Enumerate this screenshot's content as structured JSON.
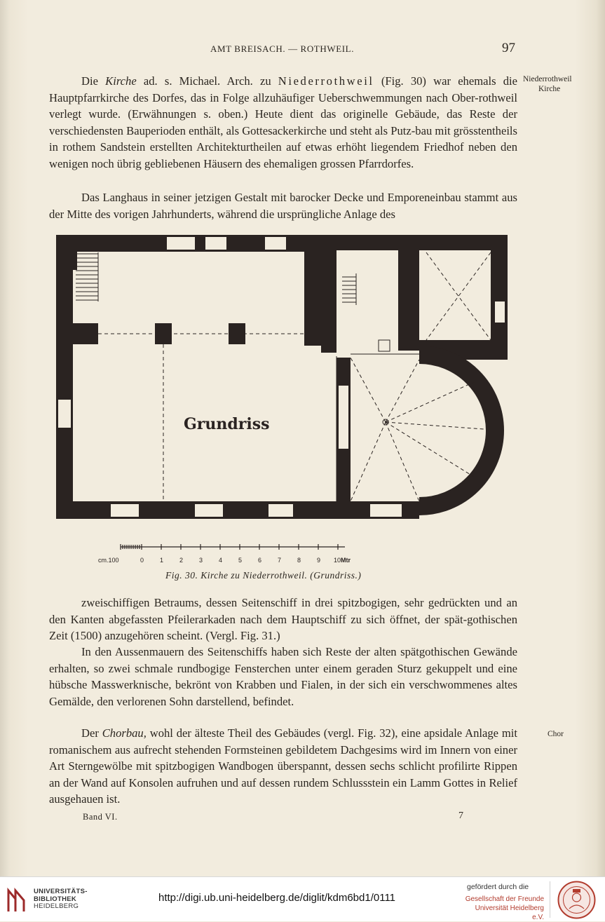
{
  "header": {
    "running_title": "AMT BREISACH. — ROTHWEIL.",
    "page_number": "97"
  },
  "paragraphs": {
    "p1": {
      "lead": "Die ",
      "kirche": "Kirche",
      "mid": " ad. s. Michael. Arch. zu ",
      "place": "Niederrothweil",
      "rest": " (Fig. 30) war ehemals die Hauptpfarrkirche des Dorfes, das in Folge allzuhäufiger Ueberschwemmungen nach Ober-rothweil verlegt wurde. (Erwähnungen s. oben.) Heute dient das originelle Gebäude, das Reste der verschiedensten Bauperioden enthält, als Gottesackerkirche und steht als Putz-bau mit grösstentheils in rothem Sandstein erstellten Architekturtheilen auf etwas erhöht liegendem Friedhof neben den wenigen noch übrig gebliebenen Häusern des ehemaligen grossen Pfarrdorfes."
    },
    "p2": "Das Langhaus in seiner jetzigen Gestalt mit barocker Decke und Emporeneinbau stammt aus der Mitte des vorigen Jahrhunderts, während die ursprüngliche Anlage des",
    "p3": "zweischiffigen Betraums, dessen Seitenschiff in drei spitzbogigen, sehr gedrückten und an den Kanten abgefassten Pfeilerarkaden nach dem Hauptschiff zu sich öffnet, der spät-gothischen Zeit (1500) anzugehören scheint. (Vergl. Fig. 31.)",
    "p4": "In den Aussenmauern des Seitenschiffs haben sich Reste der alten spätgothischen Gewände erhalten, so zwei schmale rundbogige Fensterchen unter einem geraden Sturz gekuppelt und eine hübsche Masswerknische, bekrönt von Krabben und Fialen, in der sich ein verschwommenes altes Gemälde, den verlorenen Sohn darstellend, befindet.",
    "p5": {
      "lead": "Der ",
      "chorbau": "Chorbau,",
      "rest": " wohl der älteste Theil des Gebäudes (vergl. Fig. 32), eine apsidale Anlage mit romanischem aus aufrecht stehenden Formsteinen gebildetem Dachgesims wird im Innern von einer Art Sterngewölbe mit spitzbogigen Wandbogen überspannt, dessen sechs schlicht profilirte Rippen an der Wand auf Konsolen aufruhen und auf dessen rundem Schlussstein ein Lamm Gottes in Relief ausgehauen ist."
    }
  },
  "marginalia": {
    "m1_line1": "Niederrothweil",
    "m1_line2": "Kirche",
    "m2": "Chor"
  },
  "figure": {
    "plan_label": "Grundriss",
    "scale_unit_left": "cm.100",
    "scale_ticks": [
      "0",
      "1",
      "2",
      "3",
      "4",
      "5",
      "6",
      "7",
      "8",
      "9",
      "10"
    ],
    "scale_unit_right": "Mtr",
    "caption": "Fig. 30.   Kirche zu Niederrothweil.   (Grundriss.)"
  },
  "footer": {
    "left": "Band VI.",
    "right": "7"
  },
  "bottom_bar": {
    "library_line1": "UNIVERSITÄTS-",
    "library_line2": "BIBLIOTHEK",
    "library_line3": "HEIDELBERG",
    "url": "http://digi.ub.uni-heidelberg.de/diglit/kdm6bd1/0111",
    "funded_by": "gefördert durch die",
    "funder_line1": "Gesellschaft der Freunde",
    "funder_line2": "Universität Heidelberg e.V."
  },
  "colors": {
    "paper": "#f2ecde",
    "ink": "#2b2620",
    "wall": "#2a2321",
    "funder_red": "#b23c2e"
  }
}
